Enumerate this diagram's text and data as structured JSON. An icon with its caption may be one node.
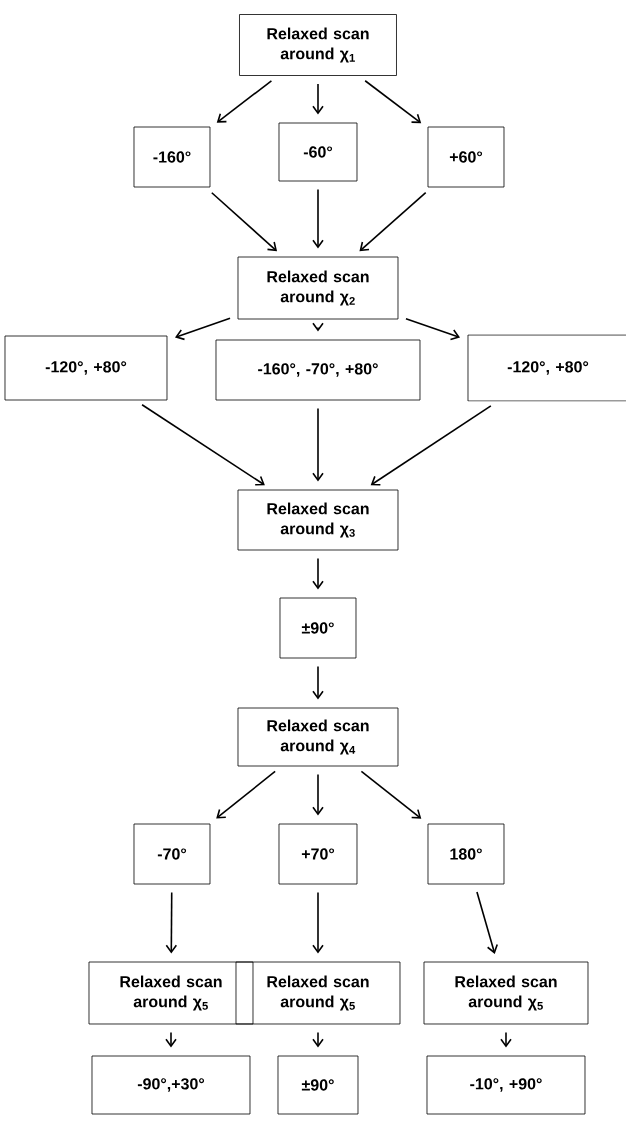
{
  "diagram": {
    "nodes": [
      {
        "text": [
          "Relaxed scan around χ$_{1}$"
        ]
      },
      {
        "text": [
          "-160°"
        ]
      },
      {
        "text": [
          "-60°"
        ]
      },
      {
        "text": [
          "+60°"
        ]
      },
      {
        "text": [
          "Relaxed scan around χ$_{2}$"
        ]
      },
      {
        "text": [
          "-120°, +80°"
        ]
      },
      {
        "text": [
          "-160°, -70°, +80°"
        ]
      },
      {
        "text": [
          "-120°, +80°"
        ]
      },
      {
        "text": [
          "Relaxed scan around χ$_{3}$"
        ]
      },
      {
        "text": [
          "±90°"
        ]
      },
      {
        "text": [
          "Relaxed scan around χ$_{4}$"
        ]
      },
      {
        "text": [
          "-70°"
        ]
      },
      {
        "text": [
          "+70°"
        ]
      },
      {
        "text": [
          "180°"
        ]
      },
      {
        "text": [
          "Relaxed scan around χ$_{5}$"
        ]
      },
      {
        "text": [
          "Relaxed scan around χ$_{5}$"
        ]
      },
      {
        "text": [
          "Relaxed scan around χ$_{5}$"
        ]
      },
      {
        "text": [
          "-90°,+30°"
        ]
      },
      {
        "text": [
          "±90°"
        ]
      },
      {
        "text": [
          "-10°, +90°"
        ]
      }
    ],
    "edges": [
      {
        "from": 0,
        "to": 1,
        "arrow": "to"
      },
      {
        "from": 0,
        "to": 2,
        "arrow": "to"
      },
      {
        "from": 0,
        "to": 3,
        "arrow": "to"
      },
      {
        "from": 1,
        "to": 4,
        "arrow": "to"
      },
      {
        "from": 2,
        "to": 4,
        "arrow": "to"
      },
      {
        "from": 3,
        "to": 4,
        "arrow": "to"
      },
      {
        "from": 4,
        "to": 5,
        "arrow": "to"
      },
      {
        "from": 4,
        "to": 6,
        "arrow": "to"
      },
      {
        "from": 4,
        "to": 7,
        "arrow": "to"
      },
      {
        "from": 5,
        "to": 8,
        "arrow": "to"
      },
      {
        "from": 6,
        "to": 8,
        "arrow": "to"
      },
      {
        "from": 7,
        "to": 8,
        "arrow": "to"
      },
      {
        "from": 8,
        "to": 9,
        "arrow": "to"
      },
      {
        "from": 9,
        "to": 10,
        "arrow": "to"
      },
      {
        "from": 10,
        "to": 11,
        "arrow": "to"
      },
      {
        "from": 10,
        "to": 12,
        "arrow": "to"
      },
      {
        "from": 10,
        "to": 13,
        "arrow": "to"
      },
      {
        "from": 11,
        "to": 14,
        "arrow": "to"
      },
      {
        "from": 12,
        "to": 15,
        "arrow": "to"
      },
      {
        "from": 13,
        "to": 16,
        "arrow": "to"
      },
      {
        "from": 14,
        "to": 17,
        "arrow": "to"
      },
      {
        "from": 15,
        "to": 18,
        "arrow": "to"
      },
      {
        "from": 16,
        "to": 19,
        "arrow": "to"
      }
    ]
  }
}
